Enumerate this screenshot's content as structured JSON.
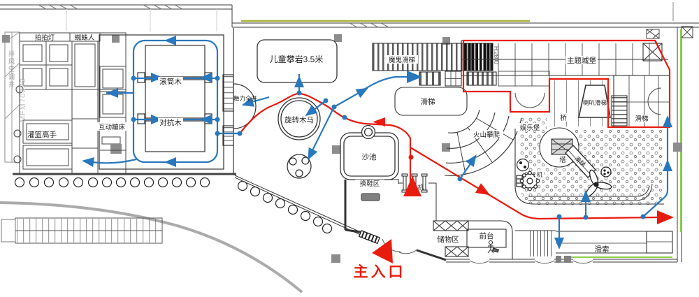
{
  "plan": {
    "areas": {
      "pat_lights": "拍拍灯",
      "spider_man": "蜘蛛人",
      "slam_dunk": "灌篮高手",
      "interactive_trampoline": "互动蹦床",
      "rolling_log": "滚筒木",
      "fighting_log": "对抗木",
      "dance_zone": "舞力全开",
      "kids_climbing": "儿童攀岩3.5米",
      "carousel": "旋转木马",
      "sand_pool": "沙池",
      "shoe_change": "换鞋区",
      "gate_machine": "机",
      "devil_slide": "魔鬼滑梯",
      "height_mark": "H:2800",
      "theme_castle": "主题城堡",
      "slide_main": "滑梯",
      "trumpet_slide": "喇叭滑梯",
      "slide_right": "滑梯",
      "bridge": "桥",
      "fun_castle": "娱乐堡",
      "volcano_climb": "火山攀爬",
      "tower": "塔",
      "slide_diagonal": "滑梯",
      "coin_machine": "机",
      "storage": "储物区",
      "front_desk": "前台",
      "zip_line": "滑索",
      "main_entrance": "主入口"
    },
    "annotations": {
      "watermark": "MFM70822",
      "shaft": "排风空调井"
    },
    "colors": {
      "flow_blue": "#2878be",
      "flow_red": "#e81c0e",
      "accent_green": "#8ed04a",
      "accent_olive": "#a9b23a",
      "wall": "#333333",
      "column": "#8c8c8c"
    }
  }
}
